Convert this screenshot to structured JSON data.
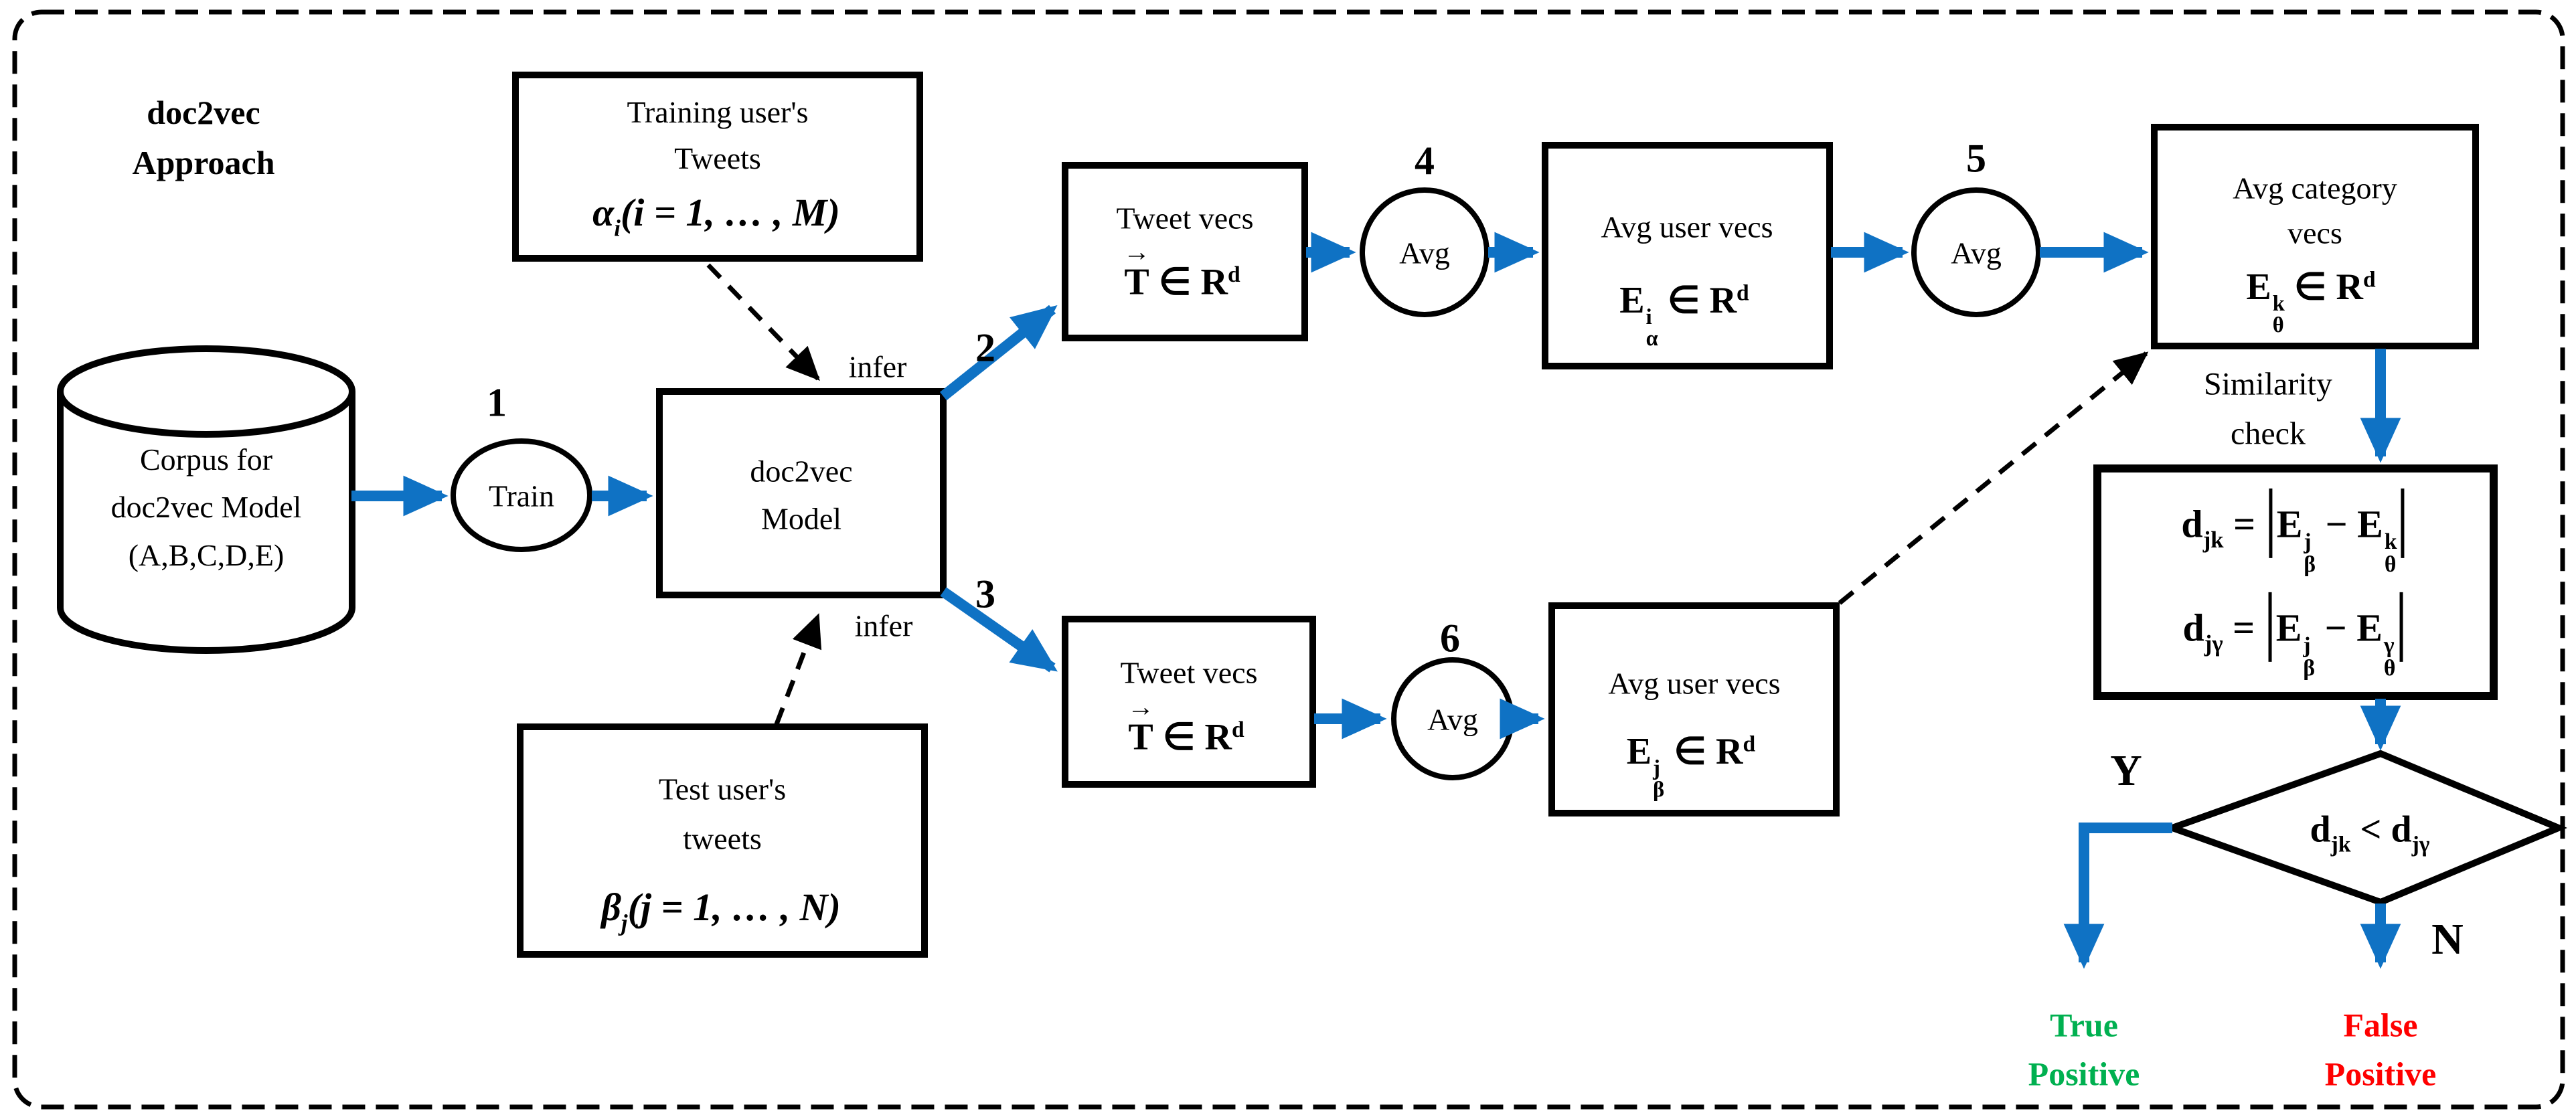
{
  "figure": {
    "title_line1": "doc2vec",
    "title_line2": "Approach"
  },
  "colors": {
    "arrow_blue": "#0f72c4",
    "true_green": "#00b050",
    "false_red": "#ff0000",
    "ink": "#000000"
  },
  "corpus": {
    "line1": "Corpus for",
    "line2": "doc2vec Model",
    "line3": "(A,B,C,D,E)"
  },
  "train": {
    "step": "1",
    "label": "Train"
  },
  "model": {
    "line1": "doc2vec",
    "line2": "Model"
  },
  "infer": {
    "top": "infer",
    "bottom": "infer"
  },
  "training_box": {
    "line1": "Training user's",
    "line2": "Tweets",
    "f_base": "α",
    "f_sub": "i",
    "f_rest": "(i = 1, … , M)"
  },
  "test_box": {
    "line1": "Test user's",
    "line2": "tweets",
    "f_base": "β",
    "f_sub": "j",
    "f_rest": "(j = 1, … , N)"
  },
  "steps": {
    "two": "2",
    "three": "3",
    "four": "4",
    "five": "5",
    "six": "6"
  },
  "tweet_vecs_top": {
    "line1": "Tweet vecs",
    "vec_arrow": "→",
    "vec_base": "T",
    "set_mid": "∈",
    "set_base": "R",
    "set_sup": "d"
  },
  "tweet_vecs_bottom": {
    "line1": "Tweet vecs",
    "vec_arrow": "→",
    "vec_base": "T",
    "set_mid": "∈",
    "set_base": "R",
    "set_sup": "d"
  },
  "avg4": {
    "label": "Avg"
  },
  "avg5": {
    "label": "Avg"
  },
  "avg6": {
    "label": "Avg"
  },
  "avg_user_top": {
    "line1": "Avg user vecs",
    "e_base": "E",
    "e_sup": "i",
    "e_sub": "α",
    "set_mid": "∈",
    "set_base": "R",
    "set_sup": "d"
  },
  "avg_user_bottom": {
    "line1": "Avg user vecs",
    "e_base": "E",
    "e_sup": "j",
    "e_sub": "β",
    "set_mid": "∈",
    "set_base": "R",
    "set_sup": "d"
  },
  "category_box": {
    "line1": "Avg category",
    "line2": "vecs",
    "e_base": "E",
    "e_sup": "k",
    "e_sub": "θ",
    "set_mid": "∈",
    "set_base": "R",
    "set_sup": "d"
  },
  "similarity": {
    "line1": "Similarity",
    "line2": "check"
  },
  "distance_box": {
    "r1_base": "d",
    "r1_sub": "jk",
    "r1_eq": "=",
    "r1_e1": "E",
    "r1_e1sup": "j",
    "r1_e1sub": "β",
    "r1_minus": "−",
    "r1_e2": "E",
    "r1_e2sup": "k",
    "r1_e2sub": "θ",
    "r2_base": "d",
    "r2_sub": "jγ",
    "r2_eq": "=",
    "r2_e1": "E",
    "r2_e1sup": "j",
    "r2_e1sub": "β",
    "r2_minus": "−",
    "r2_e2": "E",
    "r2_e2sup": "γ",
    "r2_e2sub": "θ"
  },
  "decision": {
    "d1": "d",
    "d1_sub": "jk",
    "lt": "<",
    "d2": "d",
    "d2_sub": "jγ",
    "yes": "Y",
    "no": "N"
  },
  "outcomes": {
    "true_line1": "True",
    "true_line2": "Positive",
    "false_line1": "False",
    "false_line2": "Positive"
  }
}
